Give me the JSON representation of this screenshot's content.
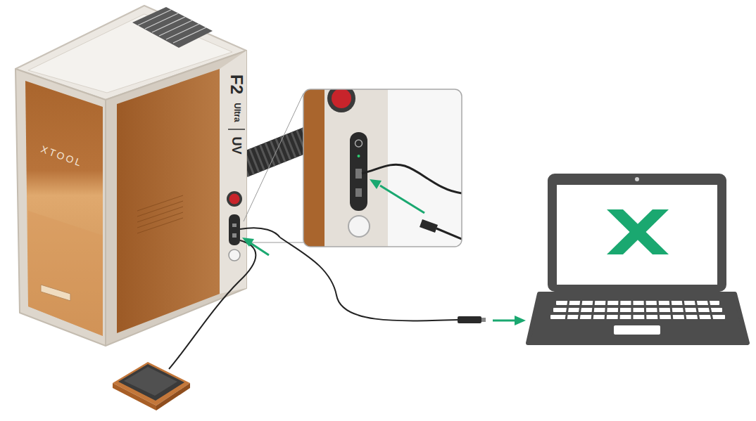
{
  "diagram": {
    "labels": [
      "XTOOL",
      "F2",
      "Ultra",
      "UV"
    ]
  }
}
